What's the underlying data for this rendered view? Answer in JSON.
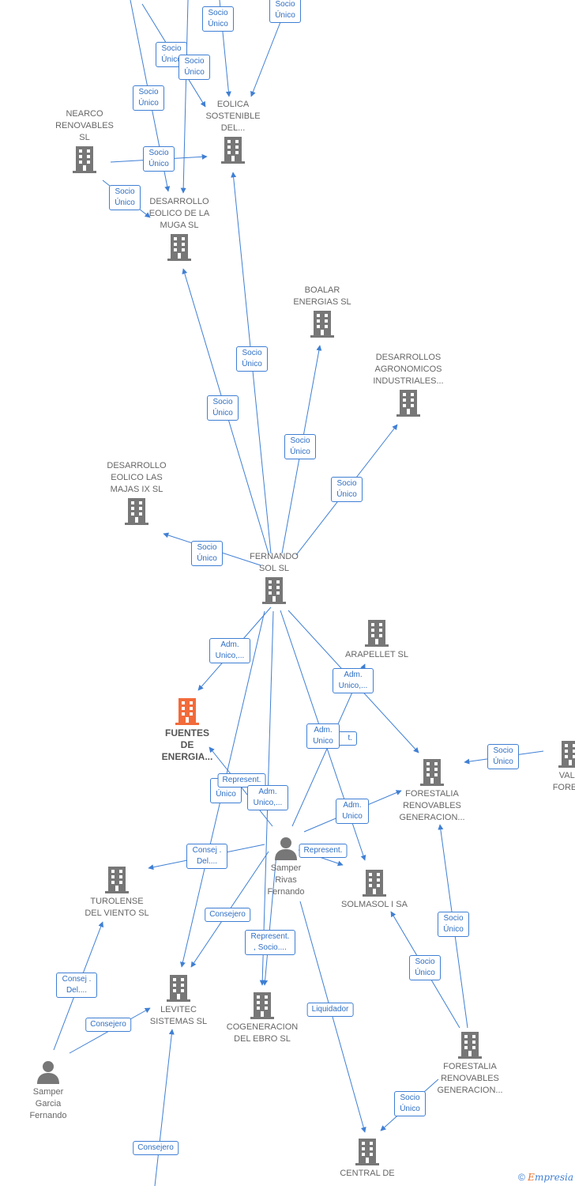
{
  "colors": {
    "edge": "#3f7fd4",
    "node": "#777777",
    "focus": "#f26b3a"
  },
  "nodes": {
    "nearco": {
      "name": "NEARCO RENOVABLES SL"
    },
    "eolica_sostenible": {
      "name": "EOLICA SOSTENIBLE DEL..."
    },
    "desarrollo_muga": {
      "name": "DESARROLLO EOLICO DE LA MUGA SL"
    },
    "boalar": {
      "name": "BOALAR ENERGIAS SL"
    },
    "desarrollos_agronomicos": {
      "name": "DESARROLLOS AGRONOMICOS INDUSTRIALES..."
    },
    "desarrollo_majas": {
      "name": "DESARROLLO EOLICO LAS MAJAS IX SL"
    },
    "fernando_sol": {
      "name": "FERNANDO SOL SL"
    },
    "arapellet": {
      "name": "ARAPELLET SL"
    },
    "fuentes": {
      "name": "FUENTES DE ENERGIA..."
    },
    "forestalia_1": {
      "name": "FORESTALIA RENOVABLES GENERACION..."
    },
    "valo": {
      "name": "VALO FOREST"
    },
    "samper_rivas": {
      "name": "Samper Rivas Fernando"
    },
    "turolense": {
      "name": "TUROLENSE DEL VIENTO SL"
    },
    "solmasol": {
      "name": "SOLMASOL I SA"
    },
    "levitec": {
      "name": "LEVITEC SISTEMAS SL"
    },
    "cogeneracion": {
      "name": "COGENERACION DEL EBRO SL"
    },
    "forestalia_2": {
      "name": "FORESTALIA RENOVABLES GENERACION..."
    },
    "samper_garcia": {
      "name": "Samper Garcia Fernando"
    },
    "central": {
      "name": "CENTRAL DE BIOMASA..."
    }
  },
  "labels": {
    "socio_unico": "Socio Único",
    "adm_unico": "Adm. Unico,...",
    "adm_unico_short": "Adm. Unico",
    "represent": "Represent.",
    "represent_socio": "Represent. , Socio....",
    "consej_del": "Consej . Del....",
    "consejero": "Consejero",
    "liquidador": "Liquidador",
    "unico": "Único",
    "adm_partial": "t."
  },
  "copyright": {
    "symbol": "©",
    "brand_e": "E",
    "brand_rest": "mpresia"
  }
}
